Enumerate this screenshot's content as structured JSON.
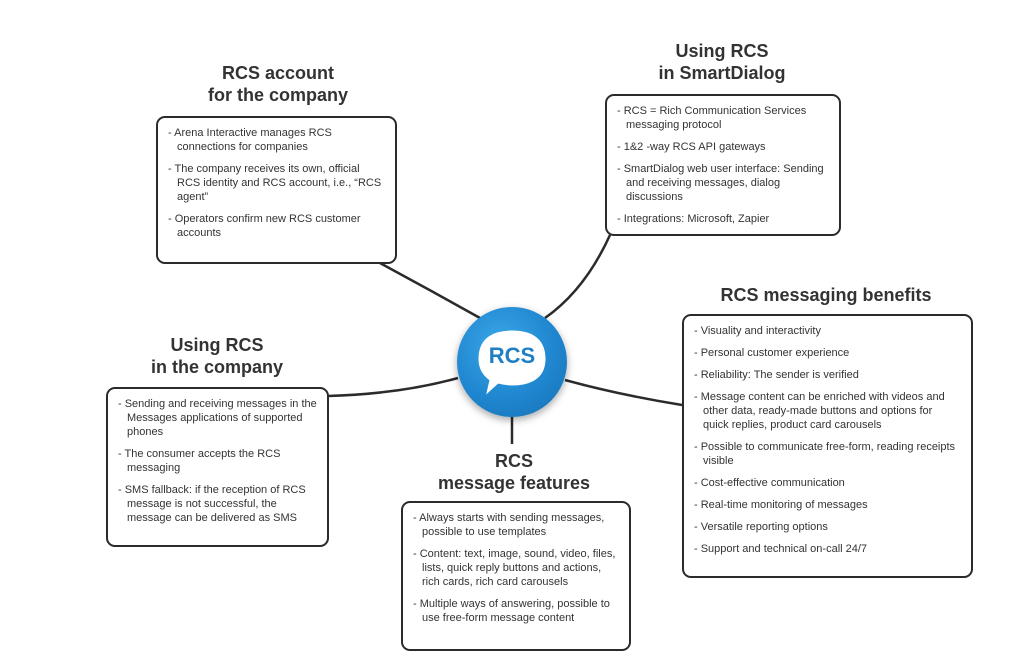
{
  "center": {
    "label": "RCS",
    "icon": "speech-bubble-icon",
    "color": "#1f86cf"
  },
  "nodes": {
    "account": {
      "title_1": "RCS account",
      "title_2": "for the company",
      "items": [
        "- Arena Interactive manages RCS connections for companies",
        "- The company receives its own, official RCS identity and RCS account, i.e., “RCS agent”",
        "- Operators confirm new RCS customer accounts"
      ]
    },
    "smartdialog": {
      "title_1": "Using RCS",
      "title_2": "in SmartDialog",
      "items": [
        "- RCS = Rich Communication Services messaging protocol",
        "- 1&2 -way RCS API gateways",
        "- SmartDialog web user interface: Sending and receiving messages, dialog discussions",
        "- Integrations: Microsoft, Zapier"
      ]
    },
    "company": {
      "title_1": "Using RCS",
      "title_2": "in the company",
      "items": [
        "- Sending and receiving messages in the Messages applications of supported phones",
        "- The consumer accepts the RCS messaging",
        "- SMS fallback: if the reception of RCS message is not successful, the message can be delivered as SMS"
      ]
    },
    "features": {
      "title_1": "RCS",
      "title_2": "message features",
      "items": [
        "- Always starts with sending messages, possible to use templates",
        "- Content: text, image, sound, video, files, lists, quick reply buttons and actions, rich cards, rich card carousels",
        "- Multiple ways of answering, possible to use free-form message content"
      ]
    },
    "benefits": {
      "title_1": "RCS messaging benefits",
      "items": [
        "- Visuality and interactivity",
        "- Personal customer experience",
        "- Reliability: The sender is verified",
        "- Message content can be enriched with videos and other data, ready-made buttons and options for quick replies, product card carousels",
        "- Possible to communicate free-form, reading receipts visible",
        "- Cost-effective communication",
        "- Real-time monitoring of messages",
        "- Versatile reporting options",
        "- Support and technical on-call 24/7"
      ]
    }
  }
}
